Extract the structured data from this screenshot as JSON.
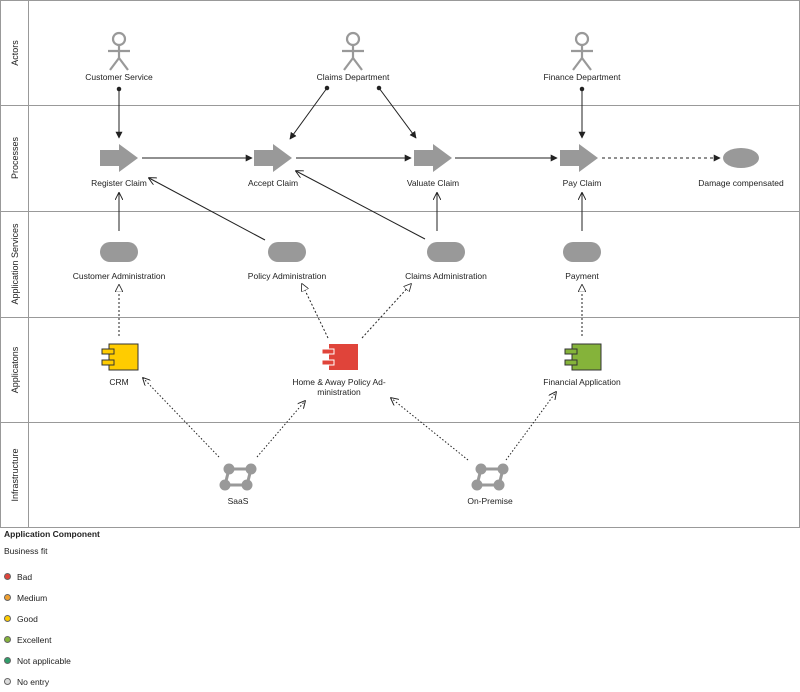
{
  "lanes": [
    {
      "label": "Actors"
    },
    {
      "label": "Processes"
    },
    {
      "label": "Application Services"
    },
    {
      "label": "Applicatons"
    },
    {
      "label": "Infrastructure"
    }
  ],
  "actors": [
    {
      "label": "Customer Service"
    },
    {
      "label": "Claims Department"
    },
    {
      "label": "Finance Department"
    }
  ],
  "processes": [
    {
      "label": "Register Claim"
    },
    {
      "label": "Accept Claim"
    },
    {
      "label": "Valuate Claim"
    },
    {
      "label": "Pay Claim"
    }
  ],
  "event": {
    "label": "Damage compensated"
  },
  "services": [
    {
      "label": "Customer Administration"
    },
    {
      "label": "Policy Administration"
    },
    {
      "label": "Claims Administration"
    },
    {
      "label": "Payment"
    }
  ],
  "applications": [
    {
      "label": "CRM",
      "fit": "Good"
    },
    {
      "label_line1": "Home & Away Policy Ad-",
      "label_line2": "ministration",
      "fit": "Bad"
    },
    {
      "label": "Financial Application",
      "fit": "Excellent"
    }
  ],
  "infrastructure": [
    {
      "label": "SaaS"
    },
    {
      "label": "On-Premise"
    }
  ],
  "colors": {
    "shape_gray": "#999999",
    "lane_border": "#999999",
    "good": "#ffcc00",
    "bad": "#e0443a",
    "excellent": "#85b33a",
    "medium": "#f0a030",
    "not_applicable": "#2e9e6a",
    "no_entry": "#dddddd"
  },
  "legend": {
    "title": "Application Component",
    "subtitle": "Business fit",
    "items": [
      {
        "label": "Bad",
        "color": "#e0443a"
      },
      {
        "label": "Medium",
        "color": "#f0a030"
      },
      {
        "label": "Good",
        "color": "#ffcc00"
      },
      {
        "label": "Excellent",
        "color": "#85b33a"
      },
      {
        "label": "Not applicable",
        "color": "#2e9e6a"
      },
      {
        "label": "No entry",
        "color": "#dddddd"
      }
    ]
  }
}
